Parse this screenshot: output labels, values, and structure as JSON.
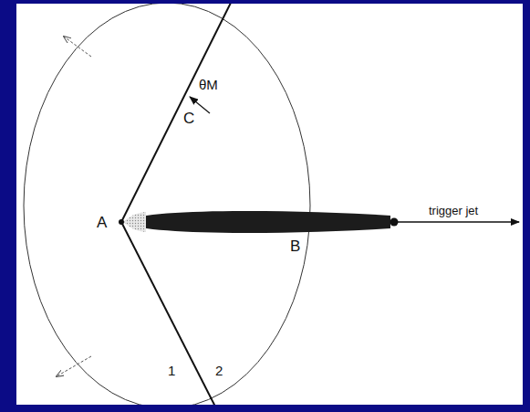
{
  "diagram": {
    "labels": [
      "A",
      "B",
      "C",
      "θM",
      "trigger jet",
      "1",
      "2"
    ]
  }
}
